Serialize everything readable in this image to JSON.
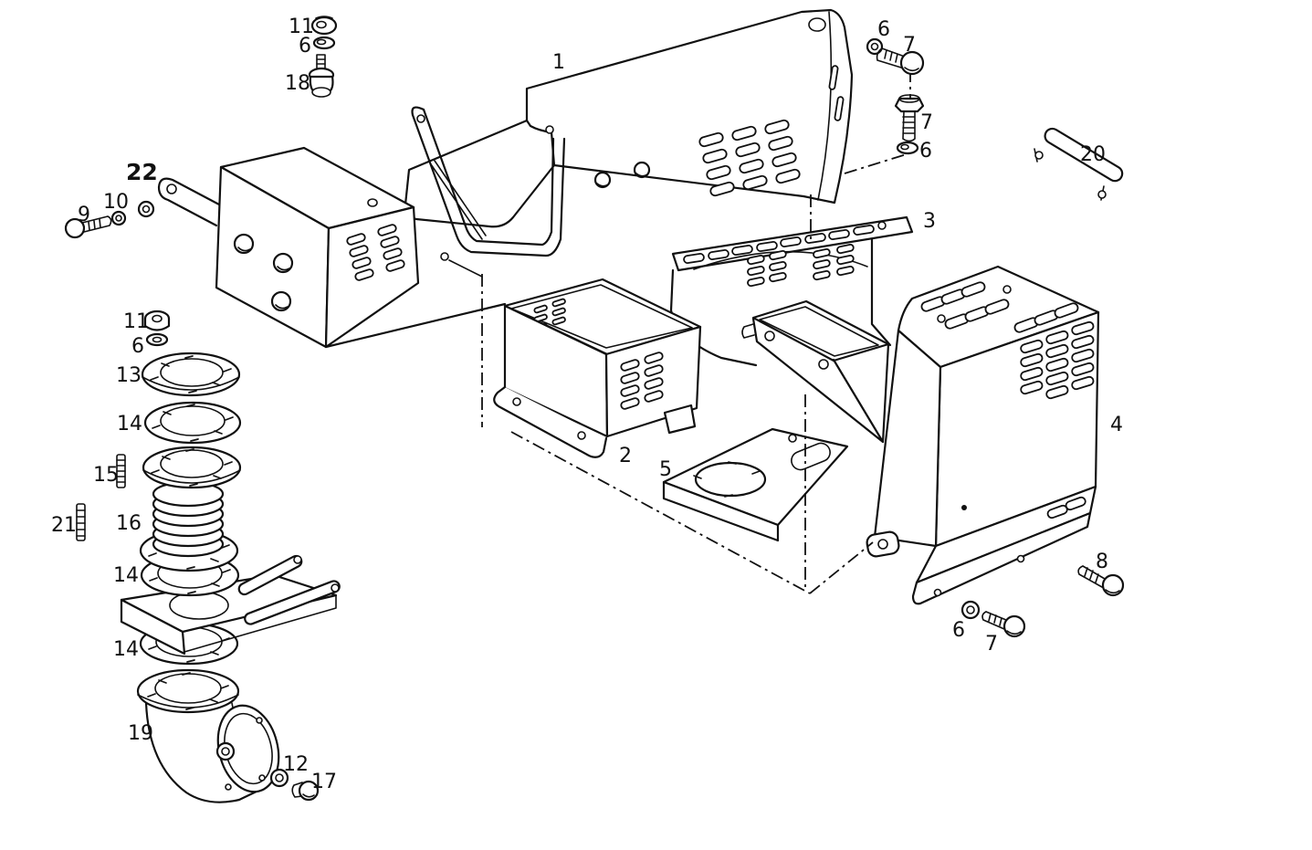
{
  "figure": {
    "type": "exploded-parts-diagram",
    "background": "#ffffff",
    "ink": "#111111",
    "callouts": [
      {
        "label": "11",
        "part": "hex-nut"
      },
      {
        "label": "6",
        "part": "washer"
      },
      {
        "label": "18",
        "part": "breather-fitting"
      },
      {
        "label": "1",
        "part": "top-cover-panel"
      },
      {
        "label": "6",
        "part": "washer"
      },
      {
        "label": "7",
        "part": "hex-bolt"
      },
      {
        "label": "7",
        "part": "hex-bolt"
      },
      {
        "label": "6",
        "part": "washer"
      },
      {
        "label": "20",
        "part": "strap-bracket"
      },
      {
        "label": "22",
        "part": "nut",
        "emphasis": true
      },
      {
        "label": "10",
        "part": "washer"
      },
      {
        "label": "9",
        "part": "hex-bolt"
      },
      {
        "label": "11",
        "part": "hex-nut"
      },
      {
        "label": "6",
        "part": "washer"
      },
      {
        "label": "13",
        "part": "flange-ring"
      },
      {
        "label": "14",
        "part": "gasket-ring"
      },
      {
        "label": "15",
        "part": "stud"
      },
      {
        "label": "16",
        "part": "bellows-coupling"
      },
      {
        "label": "21",
        "part": "stud"
      },
      {
        "label": "14",
        "part": "gasket-ring"
      },
      {
        "label": "14",
        "part": "gasket-ring"
      },
      {
        "label": "19",
        "part": "elbow-pipe"
      },
      {
        "label": "12",
        "part": "washer"
      },
      {
        "label": "17",
        "part": "plug-bolt"
      },
      {
        "label": "2",
        "part": "open-box"
      },
      {
        "label": "5",
        "part": "base-plate"
      },
      {
        "label": "3",
        "part": "slotted-bracket"
      },
      {
        "label": "4",
        "part": "side-enclosure"
      },
      {
        "label": "8",
        "part": "hex-bolt"
      },
      {
        "label": "6",
        "part": "washer"
      },
      {
        "label": "7",
        "part": "hex-bolt"
      }
    ]
  }
}
